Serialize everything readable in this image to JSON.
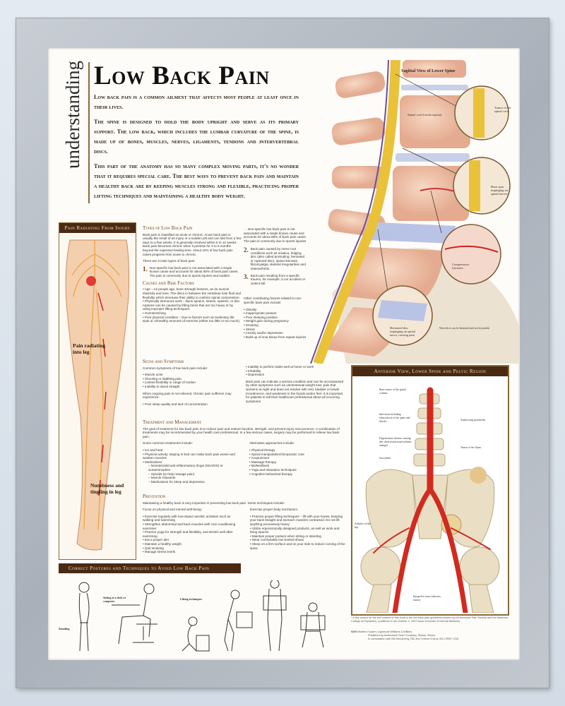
{
  "poster": {
    "kicker": "understanding",
    "title": "Low Back Pain",
    "intro": [
      "Low back pain is a common ailment that affects most people at least once in their lives.",
      "The spine is designed to hold the body upright and serve as its primary support. The low back, which includes the lumbar curvature of the spine, is made up of bones, muscles, nerves, ligaments, tendons and intervertebral discs.",
      "This part of the anatomy has so many complex moving parts, it's no wonder that it requires special care. The best ways to prevent back pain and maintain a healthy back are by keeping muscles strong and flexible, practicing proper lifting techniques and maintaining a healthy body weight."
    ]
  },
  "left_panel": {
    "header": "Pain Radiating From Injury",
    "label_top": "Pain radiating into leg",
    "label_bottom": "Numbness and tingling in leg"
  },
  "types": {
    "heading": "Types of Low Back Pain",
    "p1": "Back pain is classified as acute or chronic. Acute back pain is usually the result of an injury or a sudden jolt and can last from a few days to a few weeks. It is generally resolved within 6 to 12 weeks. Back pain becomes chronic when it persists for 3 to 6 months beyond the expected healing time. About 10% of low back pain cases progress from acute to chronic.",
    "p2": "There are 3 main types of back pain:",
    "items": [
      {
        "n": "1.",
        "text": "Non-specific low back pain is not associated with a single known cause and accounts for about 85% of back pain cases. The pain is commonly due to sports injuries and sudden strenuous physical activities, for example, gardening or heavy, improvement activities on the weekend after being sedentary during the week."
      },
      {
        "n": "2.",
        "text": "Back pain caused by nerve root conditions such as sciatica, bulging disc (also called protruding, herniated or ruptured disc), spinal stenosis, fibromyalgia, skeletal irregularities and osteoarthritis."
      },
      {
        "n": "3.",
        "text": "Back pain resulting from a specific trauma, for example, a car accident or violent fall."
      }
    ]
  },
  "causes": {
    "heading": "Causes and Risk Factors",
    "items": [
      "Age – As people age, bone strength lessens, as do muscle elasticity and tone. The discs in between the vertebrae lose fluid and flexibility which decrease their ability to cushion spinal compression.",
      "Physically strenuous work – Back sprains, strains, spasms, or disc ruptures can be caused by lifting items that are too heavy or by using improper lifting techniques.",
      "Overstretching",
      "Poor physical condition – Due to factors such as sedentary life style or unhealthy amounts of exercise (either too little or too much)."
    ],
    "other_intro": "Other contributing factors related to non-specific back pain include:",
    "other": [
      "Obesity",
      "Inappropriate posture",
      "Poor sleeping position",
      "Weight gain during pregnancy",
      "Smoking",
      "Stress",
      "Anxiety and/or depression",
      "Build up of scar tissue from repeat injuries"
    ]
  },
  "signs": {
    "heading": "Signs and Symptoms",
    "intro": "Common symptoms of low back pain include:",
    "items": [
      "Muscle ache",
      "Shooting or stabbing pain",
      "Limited flexibility or range of motion",
      "Inability to stand straight"
    ],
    "chronic": "When ongoing pain is not relieved, chronic pain sufferers may experience:",
    "chronic_items": [
      "Poor sleep quality and lack of concentration",
      "Inability to perform tasks well at home or work",
      "Irritability",
      "Depression"
    ],
    "note": "Back pain can indicate a serious condition and can be accompanied by other symptoms such as unintentional weight loss, pain that worsens at night and does not resolve with rest, bladder or bowel incontinence, and weakness in the hands and/or feet. It is important for patients to tell their healthcare professional about all occurring symptoms."
  },
  "treatment": {
    "heading": "Treatment and Management",
    "intro": "The goal of treatment for low back pain is to reduce pain and restore function, strength, and prevent injury reoccurrence. A combination of treatments may be recommended by your health care professional. In a few serious cases, surgery may be performed to relieve low back pain.",
    "common_intro": "Some common treatments include:",
    "common": [
      "Ice and heat",
      "Physical activity; staying in bed can make back pain worse and weaken muscles",
      "Medications"
    ],
    "meds": [
      "Nonsteroidal anti-inflammatory drugs (NSAIDS) or acetaminophen",
      "Opioids (to help manage pain)",
      "Muscle relaxants",
      "Medications for sleep and depression"
    ],
    "alt_intro": "Alternative approaches include:",
    "alt": [
      "Physical therapy",
      "Spinal manipulation/chiropractic care",
      "Acupuncture",
      "Massage therapy",
      "Biofeedback",
      "Yoga and relaxation techniques",
      "Cognitive behavioral therapy"
    ]
  },
  "prevention": {
    "heading": "Prevention",
    "intro": "Maintaining a healthy back is very important in preventing low back pain. Some techniques include:",
    "left_intro": "Focus on physical and mental well-being:",
    "left": [
      "Exercise regularly with low-impact aerobic activities such as walking and swimming",
      "Strengthen abdominal and back muscles with core conditioning exercises",
      "Practice yoga for strength and flexibility, and stretch well after exercising",
      "Eat a proper diet",
      "Maintain a healthy weight",
      "Quit smoking",
      "Manage stress levels"
    ],
    "right_intro": "Exercise proper body mechanics:",
    "right": [
      "Practice proper lifting techniques – lift with your knees, keeping your back straight and stomach muscles contracted. Do not lift anything excessively heavy.",
      "Utilize ergonomically designed products, as well as work and living spaces",
      "Maintain proper posture when sitting or standing",
      "Wear comfortable low-heeled shoes",
      "Sleep on a firm surface and on your side to reduce curving of the spine"
    ]
  },
  "sagittal": {
    "title": "Sagittal View of Lower Spine",
    "labels": [
      "Spinal cord (cauda equina)",
      "Tumor of the spinal cord",
      "Bone spur impinging on spinal nerves",
      "Compression fractures",
      "Herniated disc impinging on spinal nerve, causing pain",
      "Worn discs can be herniated and not be painful"
    ]
  },
  "anterior": {
    "header": "Anterior View, Lower Spine and Pelvic Region",
    "labels": [
      "Bone tumor of the spinal column",
      "Infections including tuberculosis of the spine and discitis",
      "Ankylosing spondylitis",
      "Degenerative disease causing disc deterioration and arthritic changes",
      "Tumor of the ilium",
      "Sacroiliitis",
      "Arthritis of the hip",
      "Intrapelvic mass (abscess, tumor)"
    ]
  },
  "postures": {
    "header": "Correct Postures and Techniques to Avoid Low Back Pain",
    "labels": [
      "Standing",
      "Sitting at a desk or computer",
      "Lifting techniques"
    ]
  },
  "footer": {
    "note": "* A key source for the text content in this chart is the low back pain guidelines issued by the American Pain Society and the American College of Physicians, published in the October 2, 2007 issue of Annals of Internal Medicine.",
    "code": "9209",
    "brand": "Wolters Kluwer | Lippincott Williams & Wilkins",
    "published": "Published by Anatomical Chart Company, Skokie, Illinois.",
    "consult": "In consultation with Bill McCarberg, MD and Yvonne D'Arcy, MS CRNP, CNS"
  },
  "colors": {
    "brown_header": "#4a2a12",
    "frame": "#b4bac2",
    "accent": "#6b3d14"
  }
}
